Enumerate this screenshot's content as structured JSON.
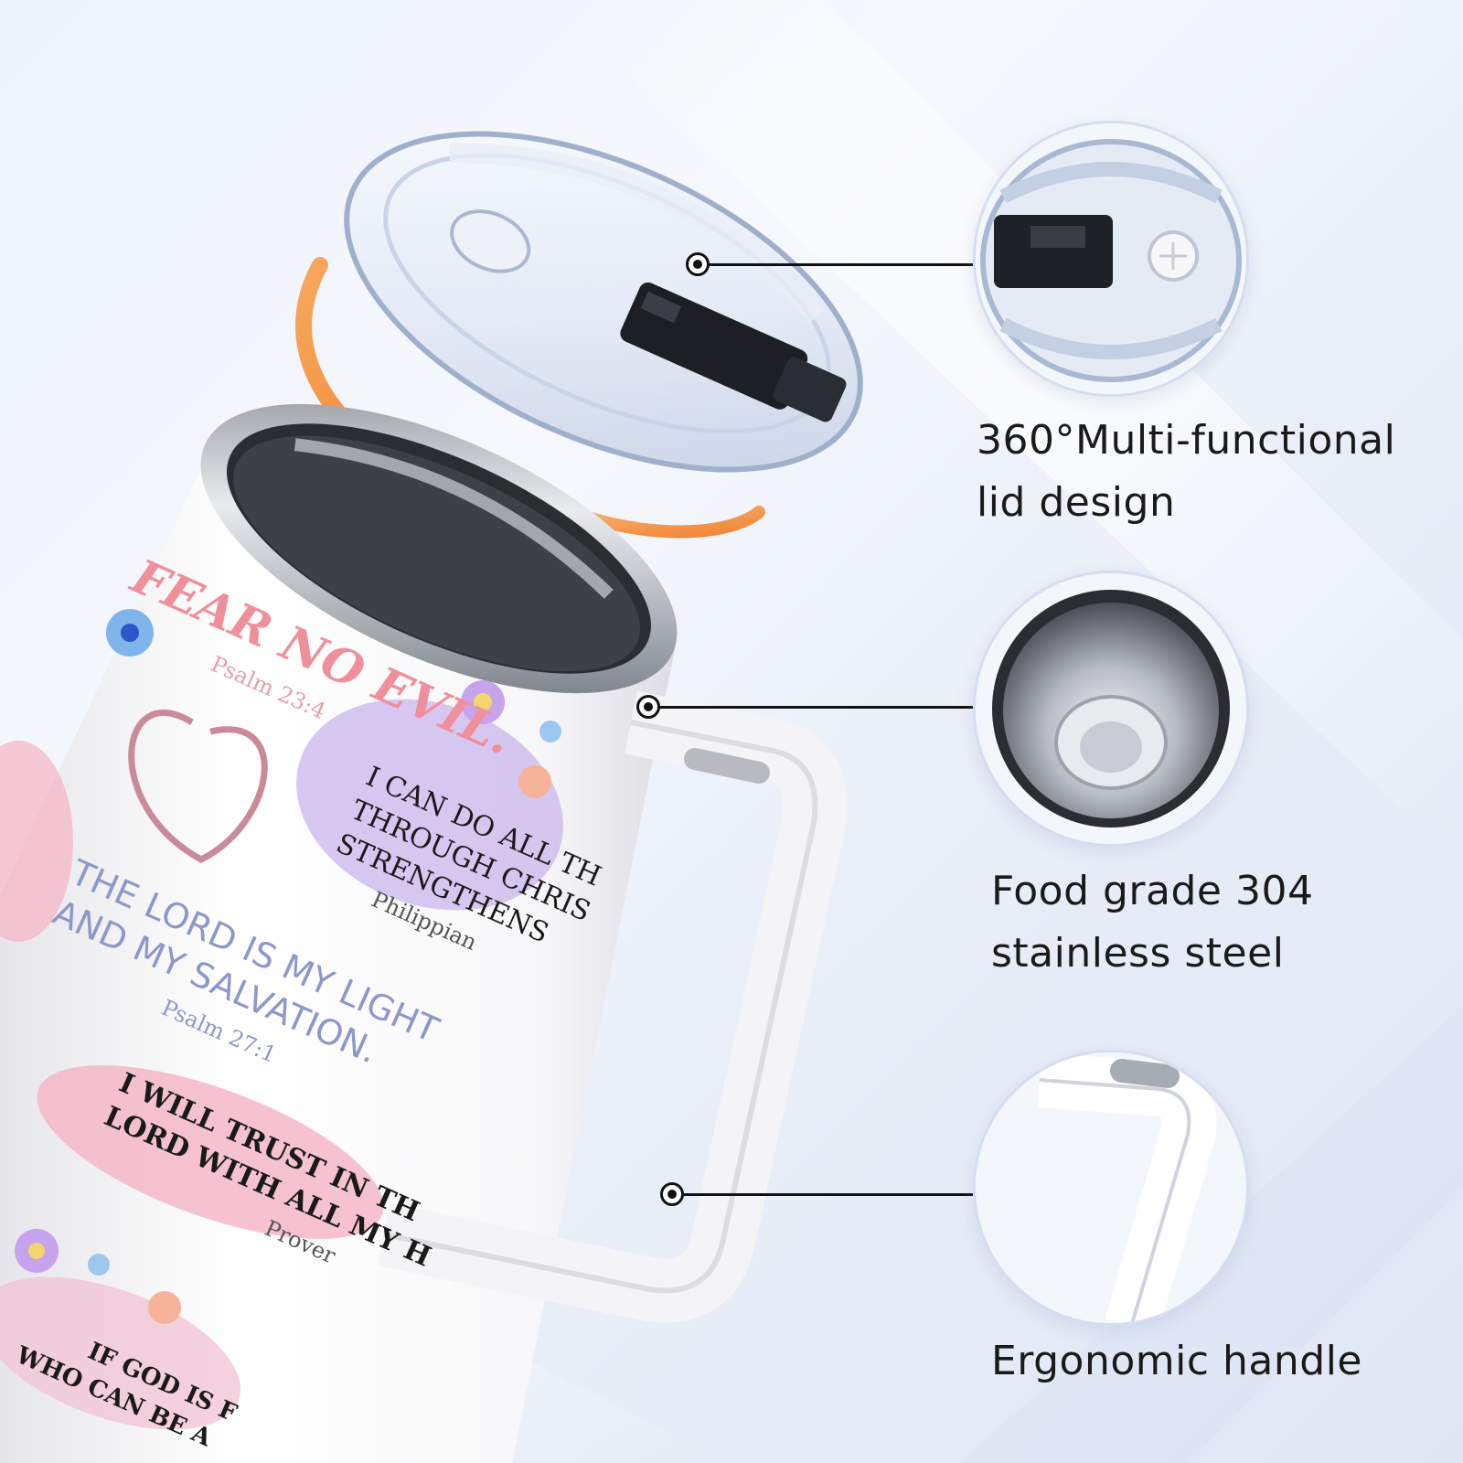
{
  "features": [
    {
      "id": "lid",
      "lines": [
        "360°Multi-functional",
        "lid design"
      ]
    },
    {
      "id": "steel",
      "lines": [
        "Food grade 304",
        "stainless steel"
      ]
    },
    {
      "id": "handle",
      "lines": [
        "Ergonomic handle"
      ]
    }
  ],
  "tumbler_print": {
    "verses": [
      {
        "text": "FEAR NO EVIL.",
        "ref": "Psalm 23:4"
      },
      {
        "lines": [
          "I CAN DO ALL TH",
          "THROUGH CHRIS",
          "STRENGTHENS"
        ],
        "ref": "Philippian"
      },
      {
        "lines": [
          "THE LORD IS MY LIGHT",
          "AND MY SALVATION."
        ],
        "ref": "Psalm 27:1"
      },
      {
        "lines": [
          "I WILL TRUST IN TH",
          "LORD WITH ALL MY H"
        ],
        "ref": "Prover"
      },
      {
        "lines": [
          "IF GOD IS F",
          "WHO CAN BE A"
        ]
      }
    ]
  },
  "colors": {
    "accent_orange": "#f5913a",
    "pink": "#f2a7ba",
    "lavender": "#b9a1e0",
    "text_dark": "#1a1a1a"
  }
}
